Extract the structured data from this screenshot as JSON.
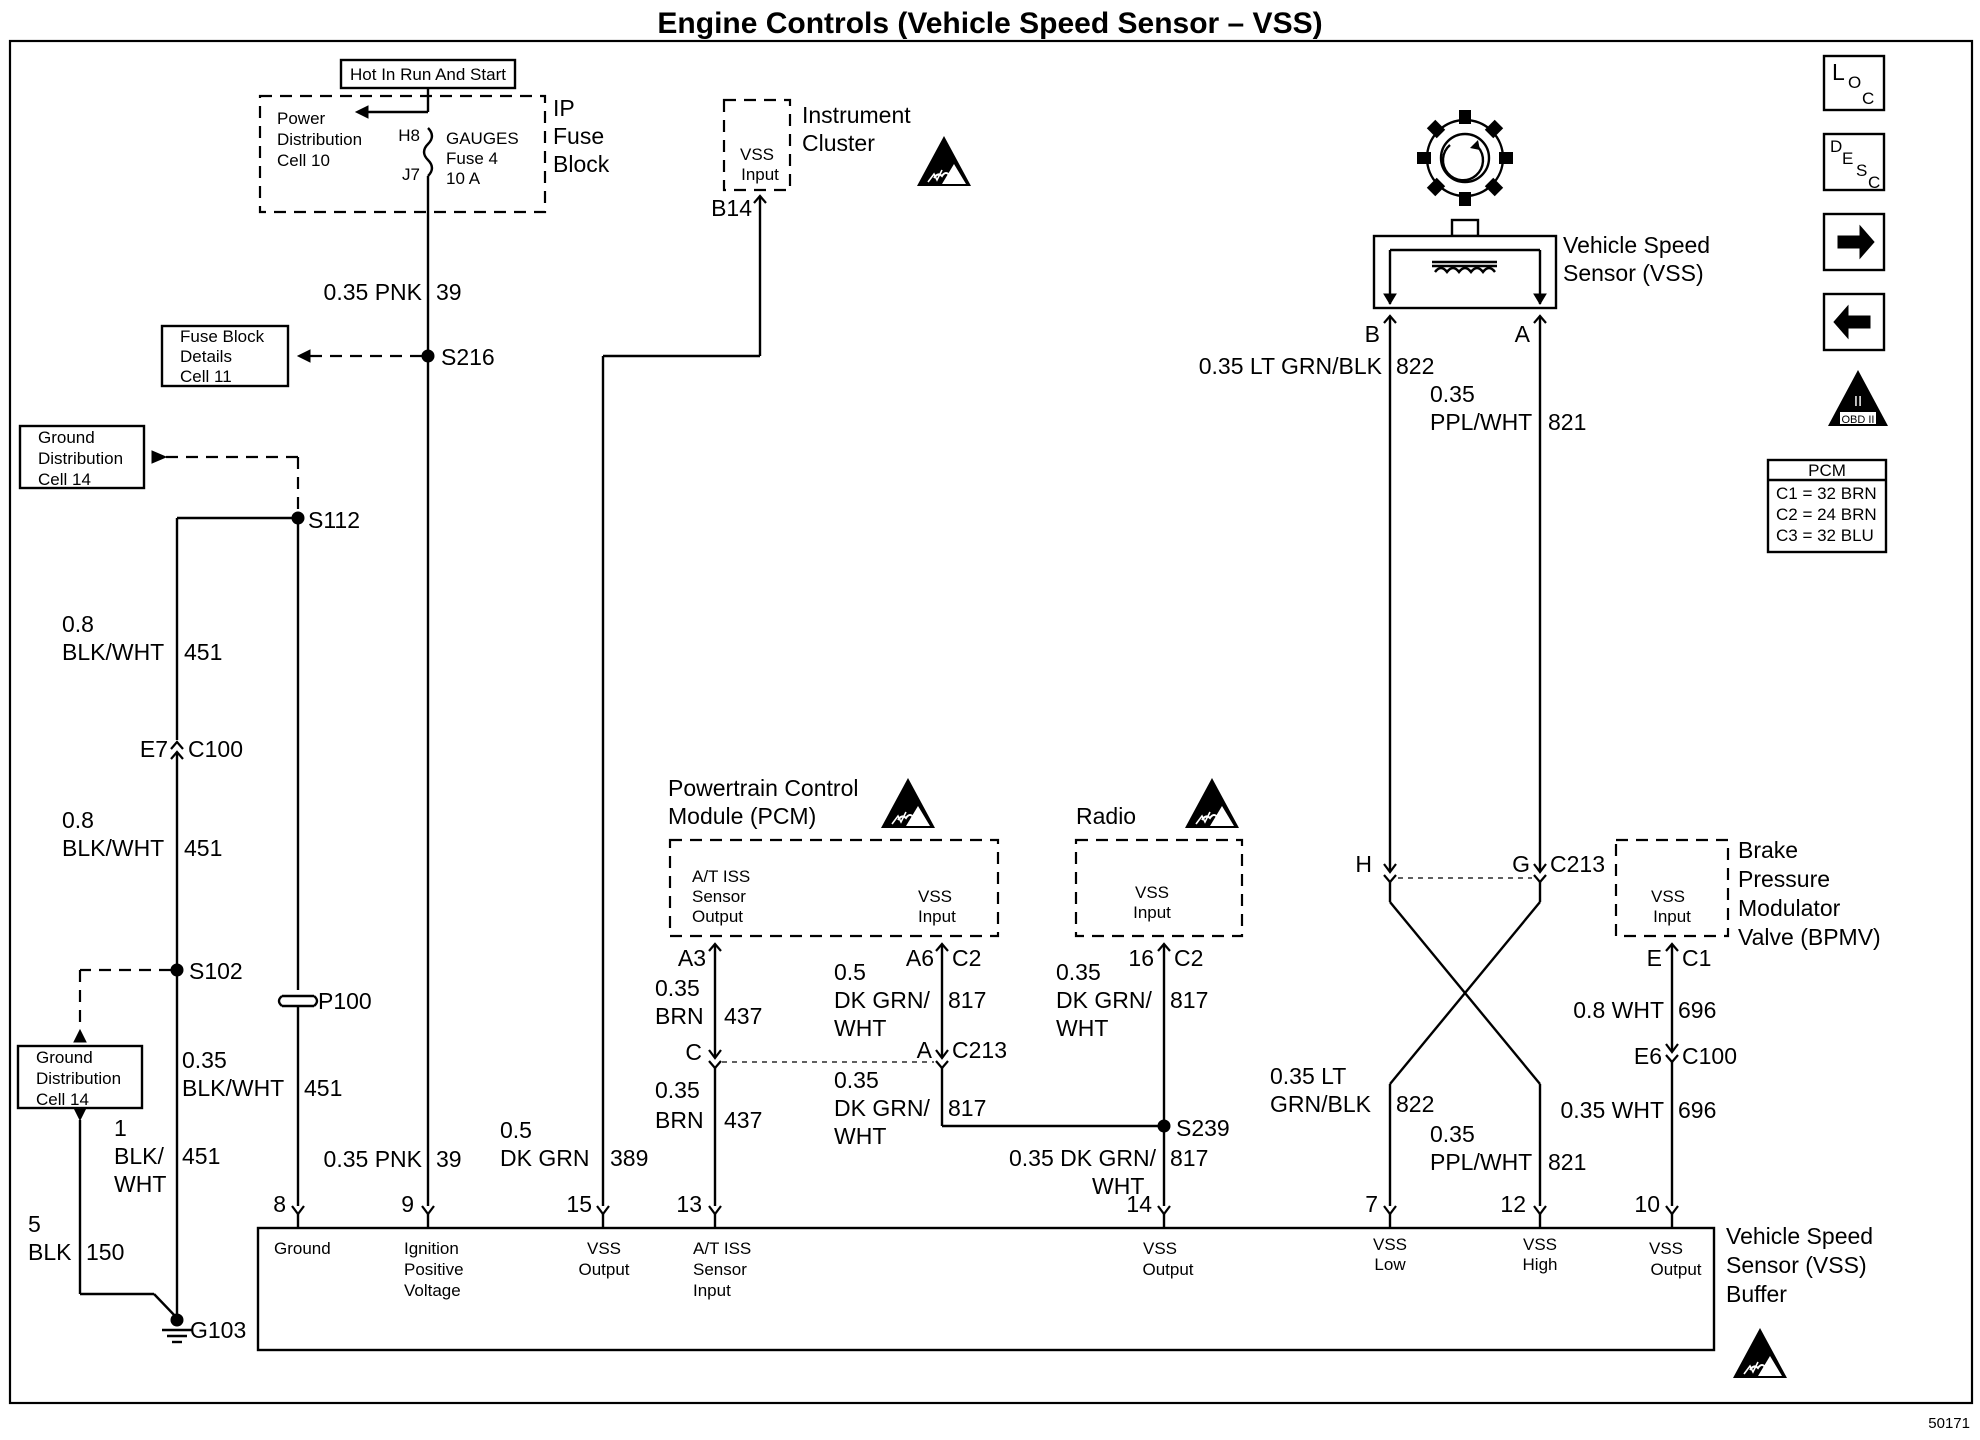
{
  "title": "Engine Controls (Vehicle Speed Sensor – VSS)",
  "figure_id": "50171",
  "colors": {
    "ink": "#000000",
    "paper": "#ffffff"
  },
  "power": {
    "hot_label": "Hot In Run And Start",
    "pd_lines": [
      "Power",
      "Distribution",
      "Cell 10"
    ],
    "fuse_lines": [
      "GAUGES",
      "Fuse 4",
      "10 A"
    ],
    "pin_top": "H8",
    "pin_bottom": "J7",
    "block_lines": [
      "IP",
      "Fuse",
      "Block"
    ]
  },
  "fuse_details": [
    "Fuse Block",
    "Details",
    "Cell 11"
  ],
  "ground_dist_top": [
    "Ground",
    "Distribution",
    "Cell 14"
  ],
  "ground_dist_bottom": [
    "Ground",
    "Distribution",
    "Cell 14"
  ],
  "splices": {
    "s216": "S216",
    "s112": "S112",
    "s102": "S102",
    "p100": "P100",
    "s239": "S239",
    "g103": "G103"
  },
  "connectors": {
    "c100": "C100",
    "e7": "E7",
    "c213_mid": "C213",
    "c213_right": "C213",
    "c100_right": "C100",
    "e6": "E6",
    "c2a": "C2",
    "c2b": "C2",
    "c1": "C1",
    "a3": "A3",
    "a6": "A6",
    "c": "C",
    "a": "A",
    "pin16": "16",
    "h": "H",
    "g": "G",
    "e": "E",
    "b": "B",
    "pin_a": "A",
    "b14": "B14"
  },
  "wires": {
    "pnk_top": {
      "size": "0.35 PNK",
      "circuit": "39"
    },
    "pnk_bot": {
      "size": "0.35 PNK",
      "circuit": "39"
    },
    "bw1": {
      "l1": "0.8",
      "l2": "BLK/WHT",
      "circuit": "451"
    },
    "bw2": {
      "l1": "0.8",
      "l2": "BLK/WHT",
      "circuit": "451"
    },
    "bw3": {
      "l1": "0.35",
      "l2": "BLK/WHT",
      "circuit": "451"
    },
    "bw4": {
      "l1": "1",
      "l2": "BLK/",
      "l3": "WHT",
      "circuit": "451"
    },
    "blk": {
      "l1": "5",
      "l2": "BLK",
      "circuit": "150"
    },
    "dkgrn389": {
      "l1": "0.5",
      "l2": "DK GRN",
      "circuit": "389"
    },
    "brn1": {
      "l1": "0.35",
      "l2": "BRN",
      "circuit": "437"
    },
    "brn2": {
      "l1": "0.35",
      "l2": "BRN",
      "circuit": "437"
    },
    "dg1": {
      "l1": "0.5",
      "l2": "DK GRN/",
      "l3": "WHT",
      "circuit": "817"
    },
    "dg2": {
      "l1": "0.35",
      "l2": "DK GRN/",
      "l3": "WHT",
      "circuit": "817"
    },
    "dg3": {
      "l1": "0.35",
      "l2": "DK GRN/",
      "l3": "WHT",
      "circuit": "817"
    },
    "dg4": {
      "l1": "0.35 DK GRN/",
      "l2": "WHT",
      "circuit": "817"
    },
    "lg_top": {
      "size": "0.35 LT GRN/BLK",
      "circuit": "822"
    },
    "ppl_top": {
      "l1": "0.35",
      "l2": "PPL/WHT",
      "circuit": "821"
    },
    "lg_bot": {
      "l1": "0.35 LT",
      "l2": "GRN/BLK",
      "circuit": "822"
    },
    "ppl_bot": {
      "l1": "0.35",
      "l2": "PPL/WHT",
      "circuit": "821"
    },
    "wht1": {
      "size": "0.8 WHT",
      "circuit": "696"
    },
    "wht2": {
      "size": "0.35 WHT",
      "circuit": "696"
    }
  },
  "cluster": {
    "name_lines": [
      "Instrument",
      "Cluster"
    ],
    "input_lines": [
      "VSS",
      "Input"
    ]
  },
  "pcm": {
    "name_lines": [
      "Powertrain Control",
      "Module (PCM)"
    ],
    "out_lines": [
      "A/T ISS",
      "Sensor",
      "Output"
    ],
    "in_lines": [
      "VSS",
      "Input"
    ]
  },
  "radio": {
    "name": "Radio",
    "in_lines": [
      "VSS",
      "Input"
    ]
  },
  "bpmv": {
    "name_lines": [
      "Brake",
      "Pressure",
      "Modulator",
      "Valve (BPMV)"
    ],
    "in_lines": [
      "VSS",
      "Input"
    ]
  },
  "vss": {
    "name_lines": [
      "Vehicle Speed",
      "Sensor (VSS)"
    ]
  },
  "buffer": {
    "name_lines": [
      "Vehicle Speed",
      "Sensor (VSS)",
      "Buffer"
    ],
    "pins": [
      {
        "num": "8",
        "lines": [
          "Ground"
        ]
      },
      {
        "num": "9",
        "lines": [
          "Ignition",
          "Positive",
          "Voltage"
        ]
      },
      {
        "num": "15",
        "lines": [
          "VSS",
          "Output"
        ]
      },
      {
        "num": "13",
        "lines": [
          "A/T ISS",
          "Sensor",
          "Input"
        ]
      },
      {
        "num": "14",
        "lines": [
          "VSS",
          "Output"
        ]
      },
      {
        "num": "7",
        "lines": [
          "VSS",
          "Low"
        ]
      },
      {
        "num": "12",
        "lines": [
          "VSS",
          "High"
        ]
      },
      {
        "num": "10",
        "lines": [
          "VSS",
          "Output"
        ]
      }
    ]
  },
  "legend": {
    "loc": {
      "a": "L",
      "b": "O",
      "c": "C"
    },
    "desc": {
      "a": "D",
      "b": "E",
      "c": "S",
      "d": "C"
    },
    "obd": "OBD II",
    "pcm_title": "PCM",
    "pcm_lines": [
      "C1 = 32 BRN",
      "C2 = 24 BRN",
      "C3 = 32 BLU"
    ]
  }
}
